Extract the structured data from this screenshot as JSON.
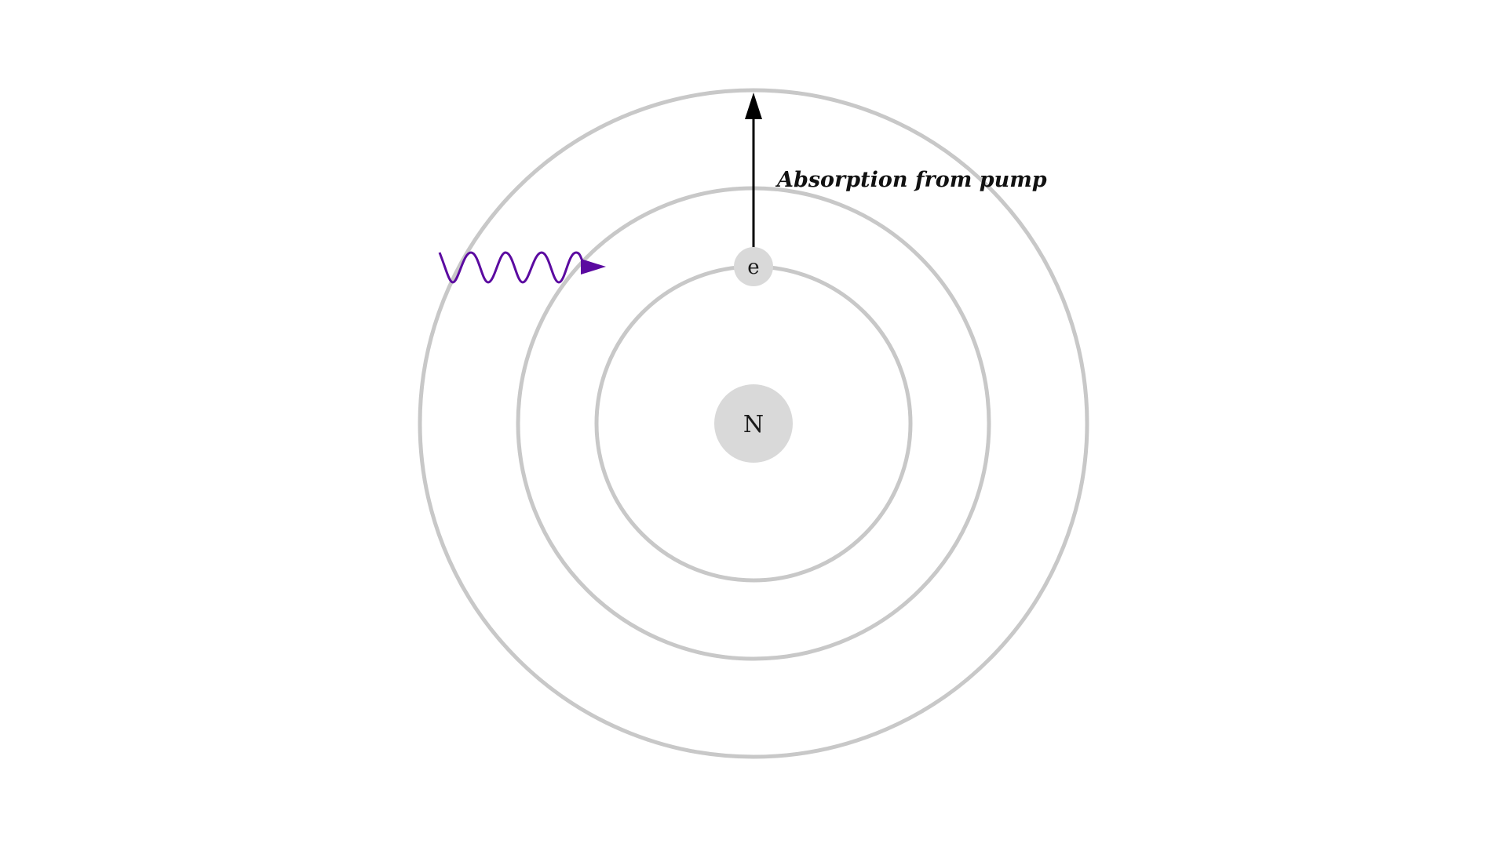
{
  "diagram": {
    "nucleus_label": "N",
    "electron_label": "e",
    "absorption_caption": "Absorption from pump",
    "orbit_count": 3
  },
  "colors": {
    "orbit": "#c8c8c8",
    "nucleus_fill": "#d9d9d9",
    "electron_fill": "#d9d9d9",
    "arrow": "#000000",
    "photon": "#5b0aa0"
  },
  "icons": {
    "photon": "wavy-arrow",
    "transition": "up-arrow"
  }
}
